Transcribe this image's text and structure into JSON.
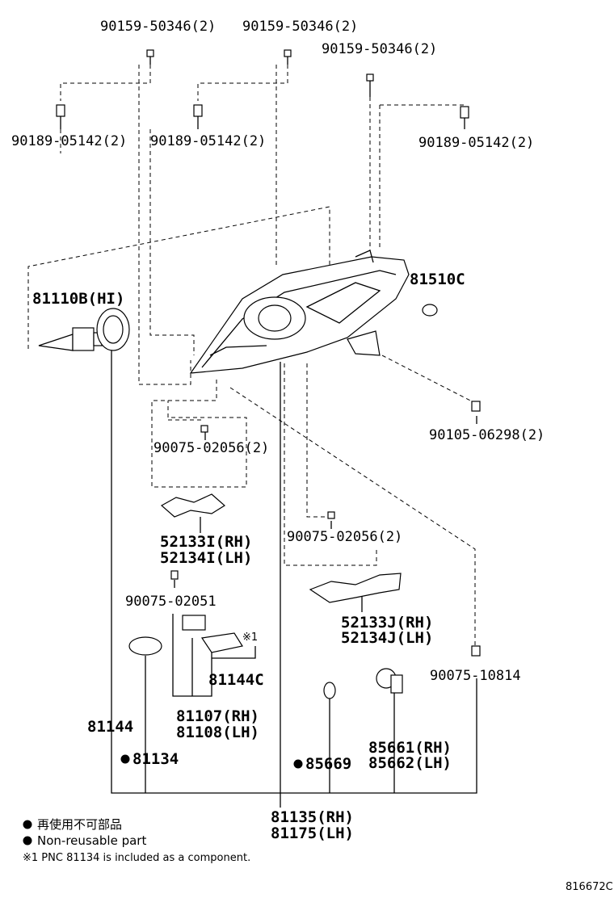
{
  "labels": {
    "bolt_a": "90159-50346(2)",
    "bolt_b": "90159-50346(2)",
    "bolt_c": "90159-50346(2)",
    "grommet_a": "90189-05142(2)",
    "grommet_b": "90189-05142(2)",
    "grommet_c": "90189-05142(2)",
    "bulb_hi": "81110B(HI)",
    "cap": "81510C",
    "screw_right": "90105-06298(2)",
    "screw_lower_left": "90075-02056(2)",
    "bracket_i_rh": "52133I(RH)",
    "bracket_i_lh": "52134I(LH)",
    "screw_lower_mid": "90075-02056(2)",
    "screw_small": "90075-02051",
    "bracket_j_rh": "52133J(RH)",
    "bracket_j_lh": "52134J(LH)",
    "screw_bottom_right": "90075-10814",
    "cover": "81144C",
    "note_marker": "※1",
    "part_81144": "81144",
    "part_81134": "81134",
    "ballast_rh": "81107(RH)",
    "ballast_lh": "81108(LH)",
    "part_85669": "85669",
    "motor_rh": "85661(RH)",
    "motor_lh": "85662(LH)",
    "assy_rh": "81135(RH)",
    "assy_lh": "81175(LH)"
  },
  "legend": {
    "line1": "再使用不可部品",
    "line2": "Non-reusable part",
    "line3": "※1  PNC 81134 is included as a component."
  },
  "diagram_id": "816672C"
}
